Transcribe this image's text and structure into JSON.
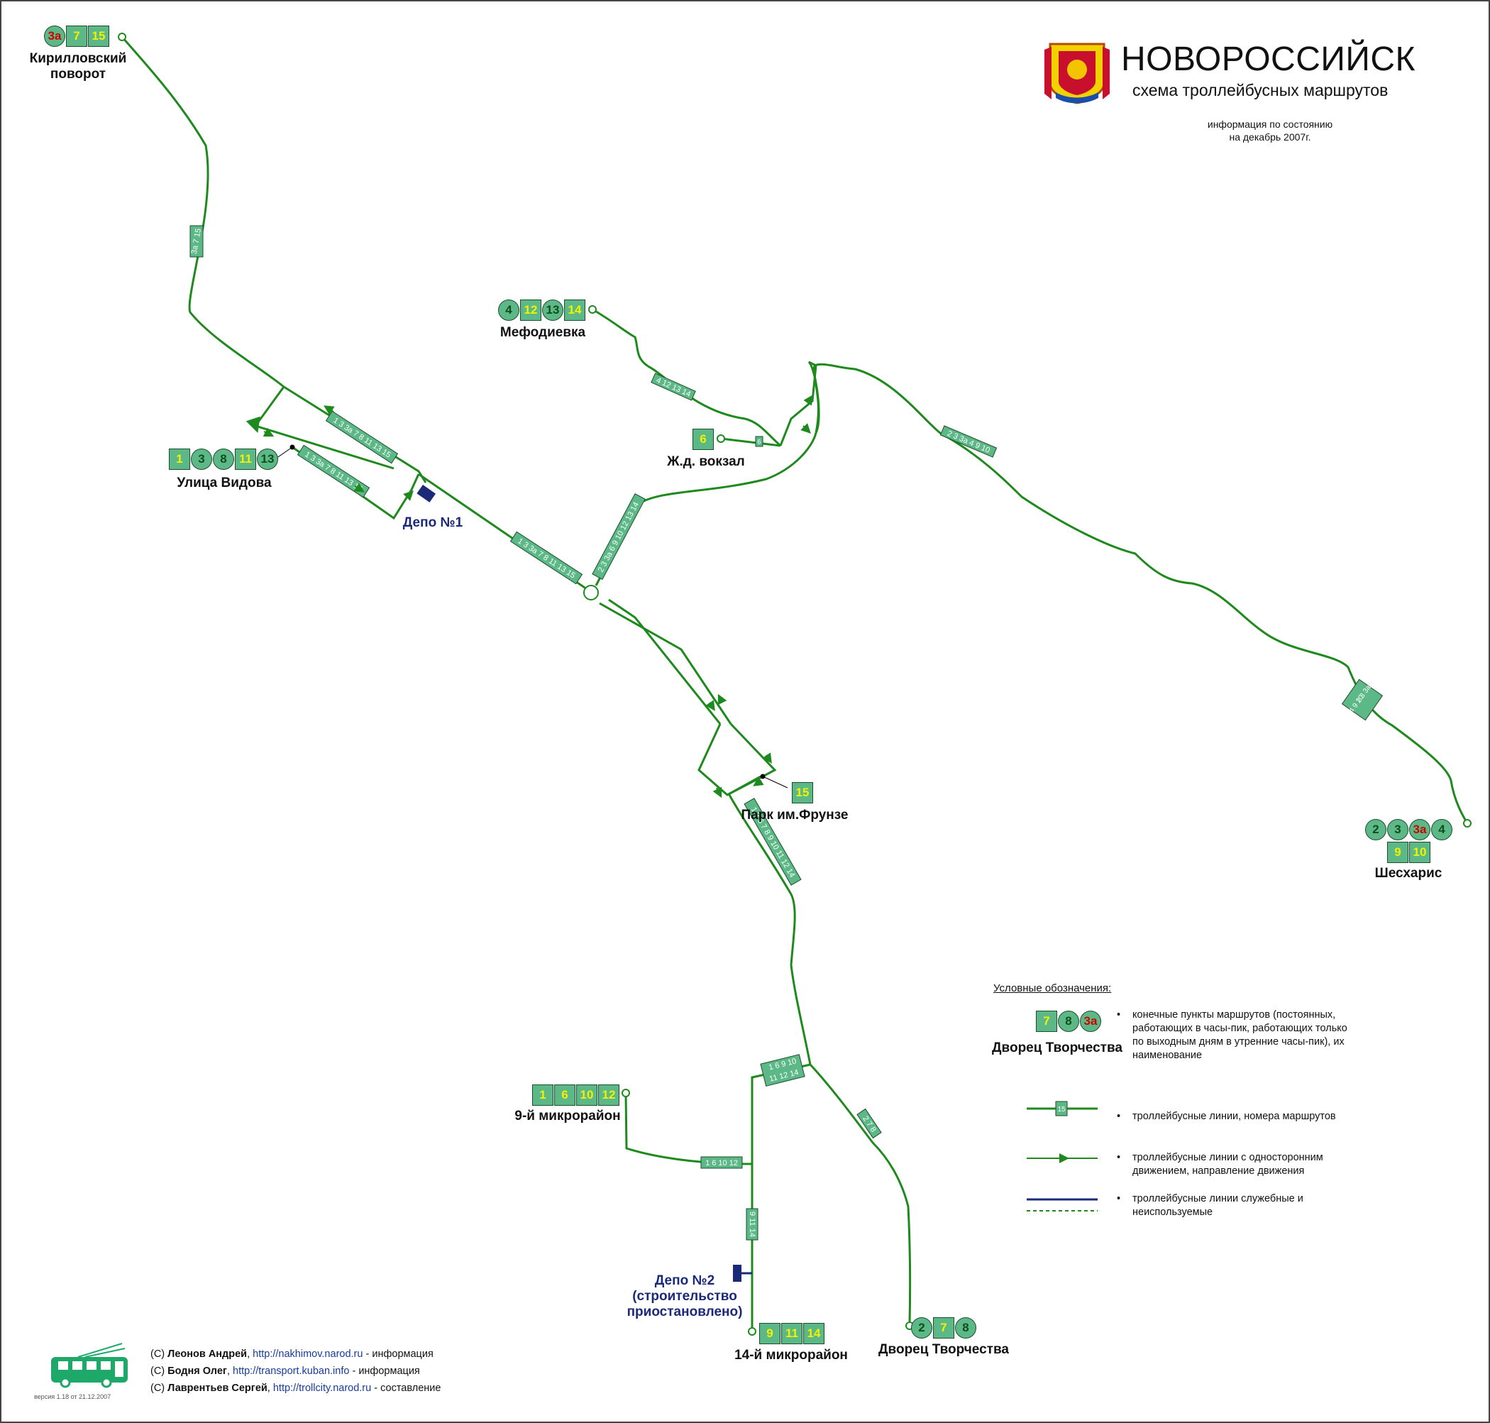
{
  "header": {
    "title": "НОВОРОССИЙСК",
    "subtitle": "схема троллейбусных маршрутов",
    "info_line1": "информация по состоянию",
    "info_line2": "на декабрь 2007г."
  },
  "colors": {
    "line": "#1e8a1e",
    "plate": "#5cb886",
    "route_text_yellow": "#f2f200",
    "route_text_red": "#d40000",
    "depot": "#1b2a78"
  },
  "terminals": {
    "kirillovsky": {
      "name_line1": "Кирилловский",
      "name_line2": "поворот",
      "routes": [
        "3а",
        "7",
        "15"
      ]
    },
    "vidova": {
      "name": "Улица Видова",
      "routes": [
        "1",
        "3",
        "8",
        "11",
        "13"
      ]
    },
    "mefodievka": {
      "name": "Мефодиевка",
      "routes": [
        "4",
        "12",
        "13",
        "14"
      ]
    },
    "railway": {
      "name": "Ж.д. вокзал",
      "routes": [
        "6"
      ]
    },
    "frunze_park": {
      "name": "Парк им.Фрунзе",
      "routes": [
        "15"
      ]
    },
    "sheskharis": {
      "name": "Шесхарис",
      "routes_row1": [
        "2",
        "3",
        "3а",
        "4"
      ],
      "routes_row2": [
        "9",
        "10"
      ]
    },
    "microdistrict9": {
      "name": "9-й микрорайон",
      "routes": [
        "1",
        "6",
        "10",
        "12"
      ]
    },
    "microdistrict14": {
      "name": "14-й микрорайон",
      "routes": [
        "9",
        "11",
        "14"
      ]
    },
    "palace": {
      "name": "Дворец Творчества",
      "routes": [
        "2",
        "7",
        "8"
      ]
    }
  },
  "depots": {
    "depot1": {
      "name": "Депо №1"
    },
    "depot2": {
      "line1": "Депо №2",
      "line2": "(строительство",
      "line3": "приостановлено)"
    }
  },
  "segment_labels": {
    "north": "3а 7 15",
    "upper_parallel": "1 3 3а 7 8 11 13 15",
    "lower_parallel": "1 3 3а 7 8 11 13 15",
    "central": "1 3 3а 7 8 11 13 15",
    "northeast": "2 3 3а 6 9 10 12 13 14",
    "mefodievka_line": "4 12 13 14",
    "railway_stub": "6",
    "sheskharis_line": "2 3 3а 4 9 10",
    "sheskharis_end_a": "2 3 3а",
    "sheskharis_end_b": "4 9 10",
    "south_trunk": "1 2 6 7 8 9 10 11 12 14",
    "junction_a": "1 6 9 10",
    "junction_b": "11 12 14",
    "palace_line": "2 7 8",
    "md9_line": "1 6 10 12",
    "md14_line": "9 11 14"
  },
  "legend": {
    "heading": "Условные обозначения:",
    "sample_routes": [
      "7",
      "8",
      "3а"
    ],
    "sample_name": "Дворец Творчества",
    "sample_line_number": "15",
    "item1_line1": "конечные пункты маршрутов (постоянных,",
    "item1_line2": "работающих в часы-пик, работающих только",
    "item1_line3": "по выходным дням в утренние часы-пик), их",
    "item1_line4": "наименование",
    "item2": "троллейбусные линии, номера маршрутов",
    "item3_line1": "троллейбусные линии с односторонним",
    "item3_line2": "движением, направление движения",
    "item4_line1": "троллейбусные линии служебные и",
    "item4_line2": "неиспользуемые"
  },
  "credits": [
    {
      "prefix": "(C) ",
      "author": "Леонов Андрей",
      "sep": ", ",
      "url": "http://nakhimov.narod.ru",
      "role": " - информация"
    },
    {
      "prefix": "(C) ",
      "author": "Бодня Олег",
      "sep": ", ",
      "url": "http://transport.kuban.info",
      "role": " - информация"
    },
    {
      "prefix": "(C) ",
      "author": "Лаврентьев Сергей",
      "sep": ", ",
      "url": "http://trollcity.narod.ru",
      "role": " - составление"
    }
  ],
  "version": "версия 1.18 от 21.12.2007"
}
